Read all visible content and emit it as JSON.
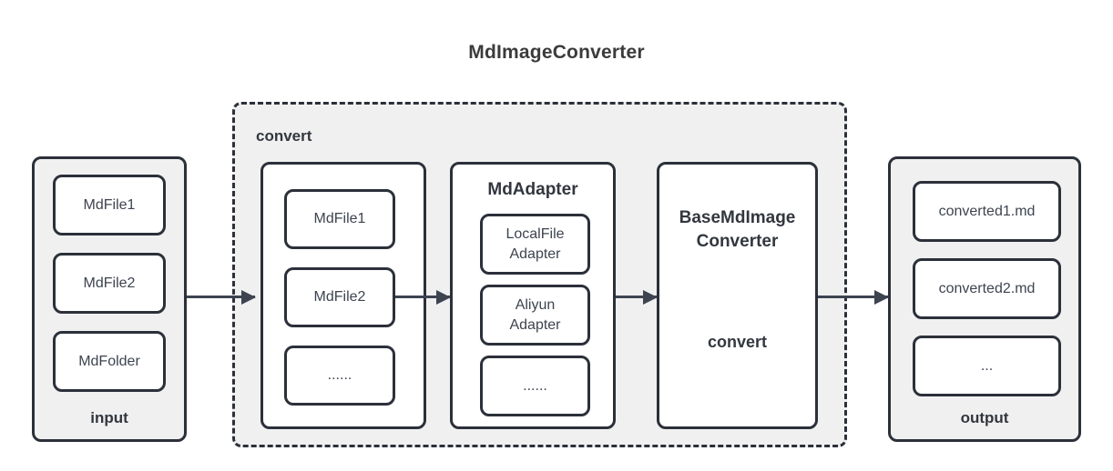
{
  "title": "MdImageConverter",
  "colors": {
    "stroke": "#2b303a",
    "group_fill": "#f0f0f0",
    "node_fill": "#ffffff",
    "text": "#3d4450",
    "canvas": "#ffffff"
  },
  "input_group": {
    "label": "input",
    "nodes": [
      {
        "label": "MdFile1"
      },
      {
        "label": "MdFile2"
      },
      {
        "label": "MdFolder"
      }
    ]
  },
  "convert_group": {
    "label": "convert",
    "files_box": {
      "nodes": [
        {
          "label": "MdFile1"
        },
        {
          "label": "MdFile2"
        },
        {
          "label": "......"
        }
      ]
    },
    "adapter_box": {
      "title": "MdAdapter",
      "nodes": [
        {
          "label": "LocalFile\nAdapter"
        },
        {
          "label": "Aliyun\nAdapter"
        },
        {
          "label": "......"
        }
      ]
    },
    "converter_box": {
      "title": "BaseMdImage\nConverter",
      "subtitle": "convert"
    }
  },
  "output_group": {
    "label": "output",
    "nodes": [
      {
        "label": "converted1.md"
      },
      {
        "label": "converted2.md"
      },
      {
        "label": "..."
      }
    ]
  },
  "arrows": [
    {
      "name": "input-to-convert"
    },
    {
      "name": "files-to-adapter"
    },
    {
      "name": "adapter-to-converter"
    },
    {
      "name": "converter-to-output"
    }
  ]
}
